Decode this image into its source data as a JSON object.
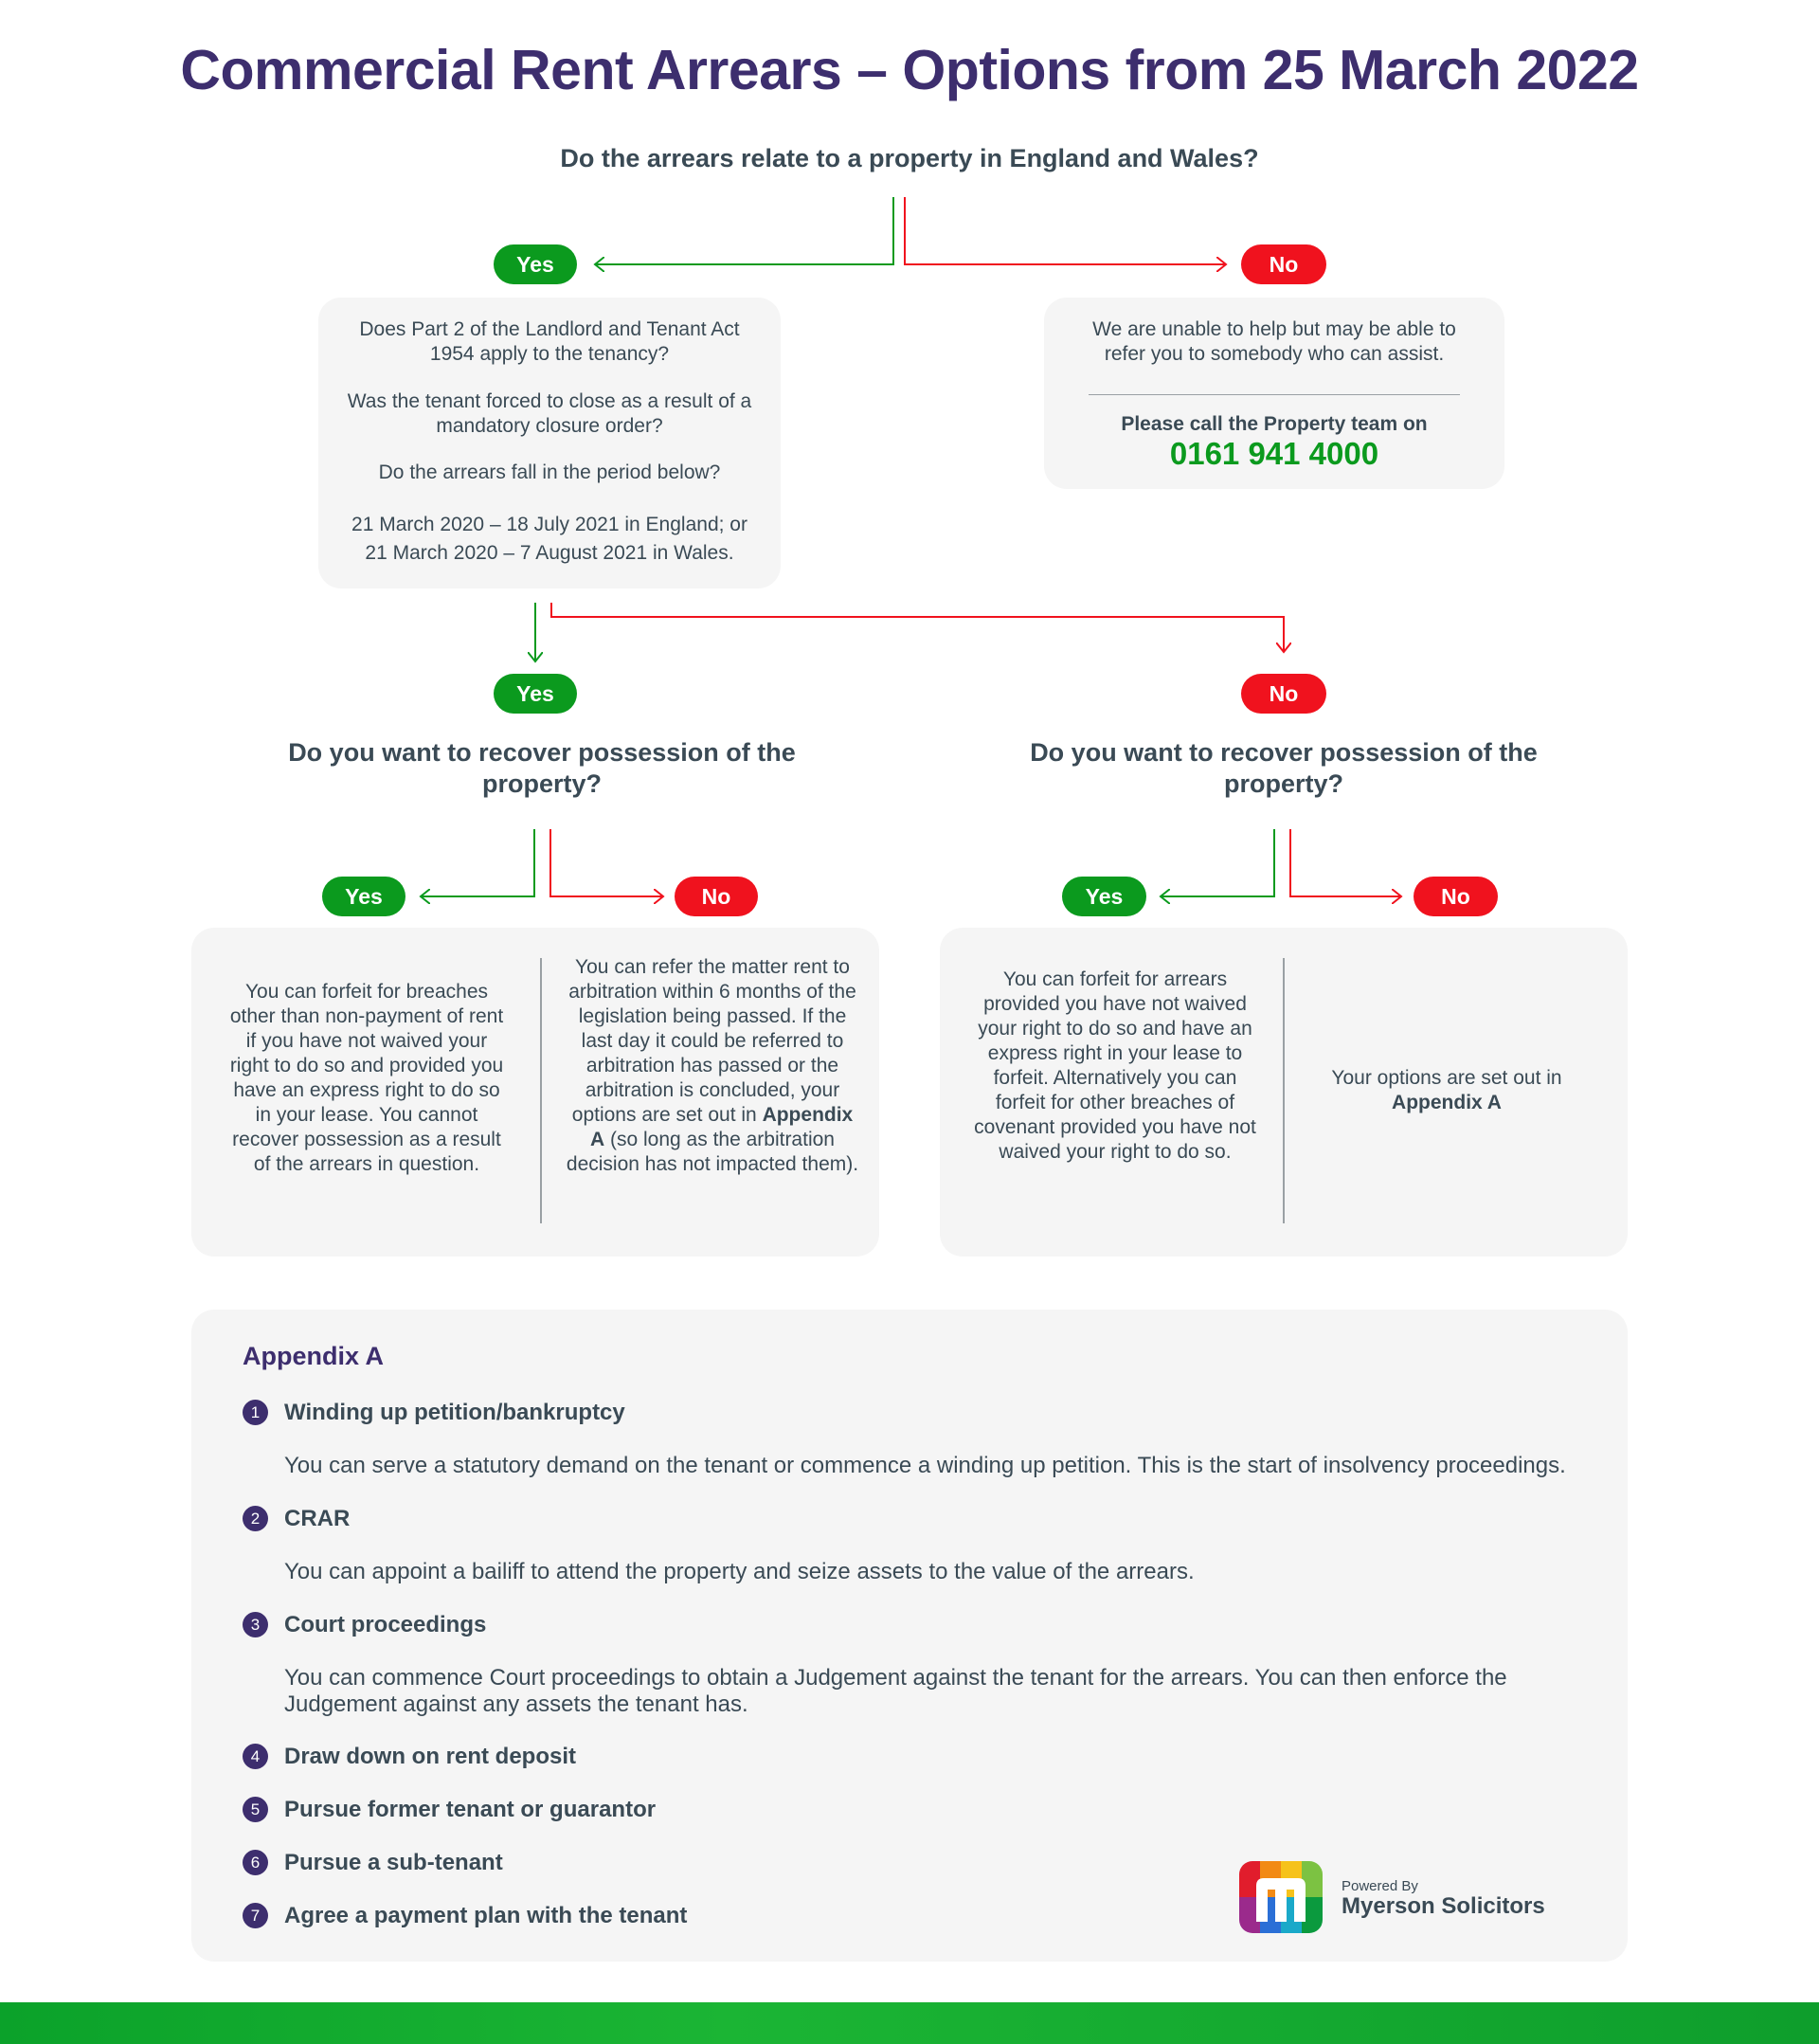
{
  "title": "Commercial Rent Arrears – Options from 25 March 2022",
  "question_1": "Do the arrears relate to a property in England and Wales?",
  "labels": {
    "yes": "Yes",
    "no": "No"
  },
  "box_part2": {
    "line1": "Does Part 2 of the Landlord and Tenant Act 1954 apply to the tenancy?",
    "line2": "Was the tenant forced to close as a result of a mandatory closure order?",
    "line3": "Do the arrears fall in the period below?",
    "line4a": "21 March 2020 – 18 July 2021 in England; or",
    "line4b": "21 March 2020 – 7 August 2021 in Wales."
  },
  "box_no_help": {
    "text": "We are unable to help but may be able to refer you to somebody who can assist.",
    "call_text": "Please call the Property team on",
    "phone": "0161 941 4000"
  },
  "question_2_left": "Do you want to recover possession of the property?",
  "question_2_right": "Do you want to recover possession of the property?",
  "box_left_yes": "You can forfeit for breaches other than non-payment of rent if you have not waived your right to do so and provided you have an express right to do so in your lease. You cannot recover possession as a result of the arrears in question.",
  "box_left_no": {
    "before": "You can refer the matter rent to arbitration within 6 months of the legislation being passed. If the last day it could be referred to arbitration has passed or the arbitration is concluded, your options are set out in ",
    "link": "Appendix A",
    "after": " (so long as the arbitration decision has not impacted them)."
  },
  "box_right_yes": "You can forfeit for arrears provided you have not waived your right to do so and have an express right in your lease to forfeit. Alternatively you can forfeit for other breaches of covenant provided you have not waived your right to do so.",
  "box_right_no": {
    "before": "Your options are set out in",
    "link": "Appendix A"
  },
  "appendix": {
    "title": "Appendix A",
    "items": [
      {
        "num": "1",
        "heading": "Winding up petition/bankruptcy",
        "body": "You can serve a statutory demand on the tenant or commence a winding up petition. This is the start of insolvency proceedings."
      },
      {
        "num": "2",
        "heading": "CRAR",
        "body": "You can appoint a bailiff to attend the property and seize assets to the value of the arrears."
      },
      {
        "num": "3",
        "heading": "Court proceedings",
        "body": "You can commence Court proceedings to obtain a Judgement against the tenant for the arrears. You can then enforce the Judgement against any assets the tenant has."
      },
      {
        "num": "4",
        "heading": "Draw down on rent deposit",
        "body": ""
      },
      {
        "num": "5",
        "heading": "Pursue former tenant or guarantor",
        "body": ""
      },
      {
        "num": "6",
        "heading": "Pursue a sub-tenant",
        "body": ""
      },
      {
        "num": "7",
        "heading": "Agree a payment plan with the tenant",
        "body": ""
      }
    ]
  },
  "logo": {
    "powered_by": "Powered By",
    "company": "Myerson Solicitors",
    "mark": "m"
  },
  "colors": {
    "yes_green": "#0b9a1e",
    "no_red": "#f0121e",
    "title_purple": "#3d2e6e",
    "box_gray": "#f5f5f5"
  }
}
